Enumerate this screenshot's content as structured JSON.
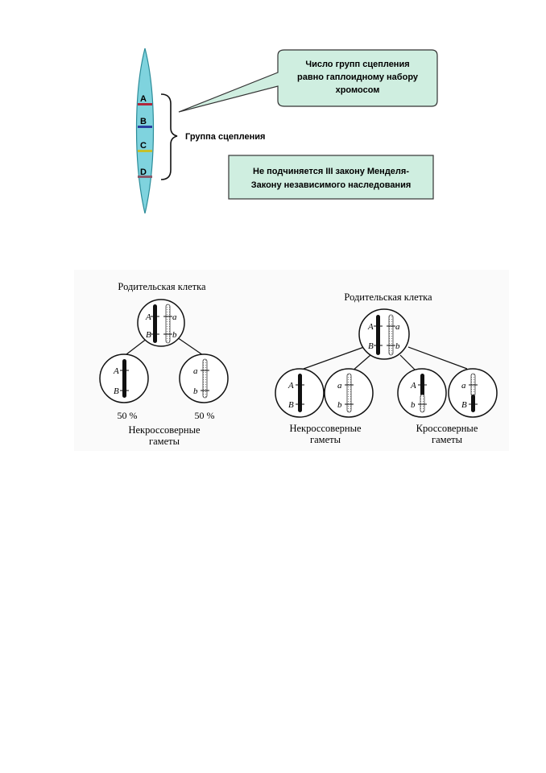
{
  "top_figure": {
    "bands": [
      "A",
      "B",
      "C",
      "D"
    ],
    "band_colors": [
      "#b0283c",
      "#2a3fa0",
      "#c6c02a",
      "#8a5a6a"
    ],
    "chromosome_fill": "#7fd3de",
    "callout_fill": "#cfeee0",
    "callout_lines": [
      "Число групп сцепления",
      "равно гаплоидному набору",
      "хромосом"
    ],
    "group_label": "Группа сцепления",
    "law_lines": [
      "Не подчиняется III закону  Менделя-",
      "Закону независимого наследования"
    ]
  },
  "bottom_left": {
    "parent_label": "Родительская клетка",
    "parent_alleles": {
      "dark": [
        "A",
        "B"
      ],
      "light": [
        "a",
        "b"
      ]
    },
    "gamete1_alleles": [
      "A",
      "B"
    ],
    "gamete2_alleles": [
      "a",
      "b"
    ],
    "percent1": "50 %",
    "percent2": "50 %",
    "caption_lines": [
      "Некроссоверные",
      "гаметы"
    ]
  },
  "bottom_right": {
    "parent_label": "Родительская клетка",
    "parent_alleles": {
      "dark": [
        "A",
        "B"
      ],
      "light": [
        "a",
        "b"
      ]
    },
    "gametes": [
      [
        "A",
        "B"
      ],
      [
        "a",
        "b"
      ],
      [
        "A",
        "b"
      ],
      [
        "a",
        "B"
      ]
    ],
    "caption_noncross_lines": [
      "Некроссоверные",
      "гаметы"
    ],
    "caption_cross_lines": [
      "Кроссоверные",
      "гаметы"
    ]
  }
}
